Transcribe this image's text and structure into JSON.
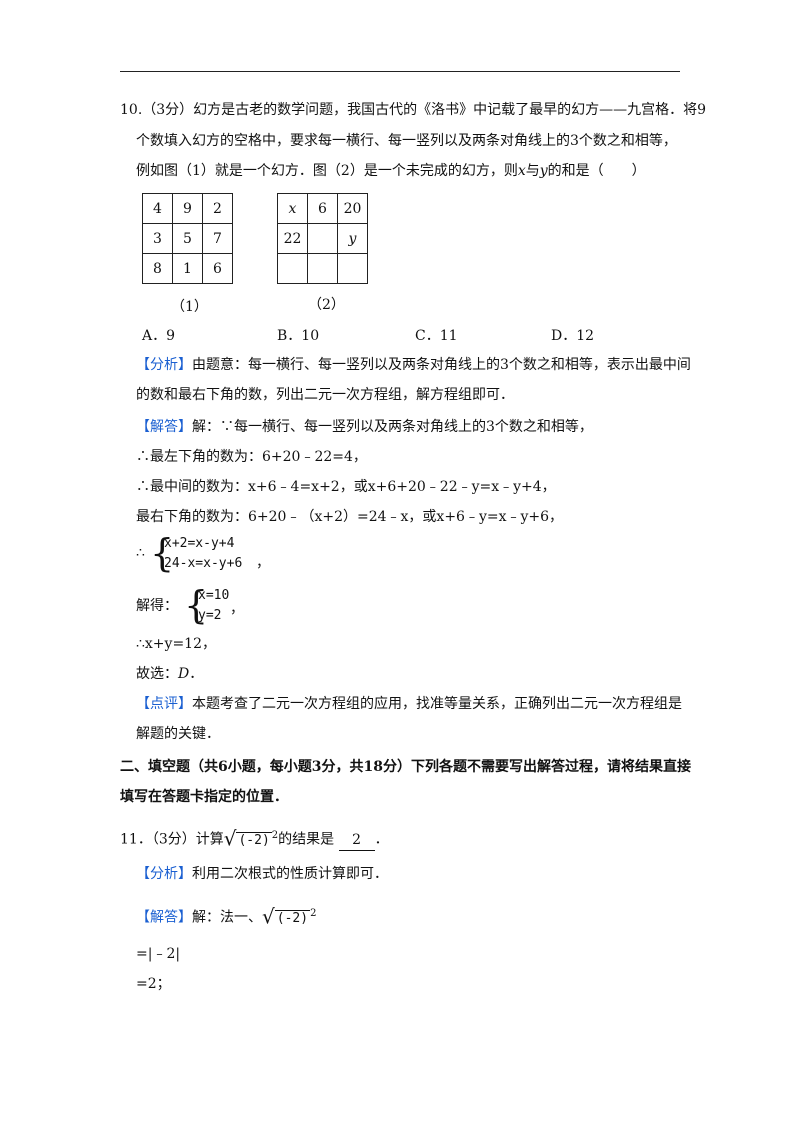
{
  "q10": {
    "line1": "10.（3分）幻方是古老的数学问题，我国古代的《洛书》中记载了最早的幻方——九宫格．将9",
    "line2": "个数填入幻方的空格中，要求每一横行、每一竖列以及两条对角线上的3个数之和相等，",
    "line3_pre": "例如图（1）就是一个幻方．图（2）是一个未完成的幻方，则",
    "var_x": "x",
    "line3_mid": "与",
    "var_y": "y",
    "line3_post": "的和是（　　）",
    "grid1": [
      [
        "4",
        "9",
        "2"
      ],
      [
        "3",
        "5",
        "7"
      ],
      [
        "8",
        "1",
        "6"
      ]
    ],
    "grid2": [
      [
        "x",
        "6",
        "20"
      ],
      [
        "22",
        "",
        "y"
      ],
      [
        "",
        "",
        ""
      ]
    ],
    "cap1": "（1）",
    "cap2": "（2）",
    "options": [
      "A．9",
      "B．10",
      "C．11",
      "D．12"
    ],
    "analysis_tag": "【分析】",
    "analysis_l1": "由题意：每一横行、每一竖列以及两条对角线上的3个数之和相等，表示出最中间",
    "analysis_l2": "的数和最右下角的数，列出二元一次方程组，解方程组即可．",
    "answer_tag": "【解答】",
    "answer_l1": "解：∵每一横行、每一竖列以及两条对角线上的3个数之和相等，",
    "answer_l2": "∴最左下角的数为：6+20﹣22=4，",
    "answer_l3a": "∴最中间的数为：",
    "answer_l3b": "x+6﹣4=x+2，或x+6+20﹣22﹣y=x﹣y+4，",
    "answer_l4a": "最右下角的数为：6+20﹣（x+2）=24﹣x，或x+6﹣y=x﹣y+6，",
    "therefore": "∴",
    "sys1_a": "x+2=x-y+4",
    "sys1_b": "24-x=x-y+6",
    "sys1_end": "，",
    "solve_label": "解得：",
    "sys2_a": "x=10",
    "sys2_b": "y=2",
    "sys2_end": "，",
    "answer_l5": "∴x+y=12，",
    "answer_l6a": "故选：",
    "answer_l6b": "D",
    "answer_l6c": "．",
    "comment_tag": "【点评】",
    "comment_l1": "本题考查了二元一次方程组的应用，找准等量关系，正确列出二元一次方程组是",
    "comment_l2": "解题的关键．"
  },
  "section2": {
    "l1": "二、填空题（共6小题，每小题3分，共18分）下列各题不需要写出解答过程，请将结果直接",
    "l2": "填写在答题卡指定的位置．"
  },
  "q11": {
    "pre": "11．（3分）计算",
    "radicand": "(-2)",
    "exp": "2",
    "mid": "的结果是",
    "answer": "2",
    "end": "．",
    "analysis_tag": "【分析】",
    "analysis": "利用二次根式的性质计算即可．",
    "answer_tag": "【解答】",
    "answer_pre": "解：法一、",
    "step1": "=|﹣2|",
    "step2": "=2；"
  }
}
